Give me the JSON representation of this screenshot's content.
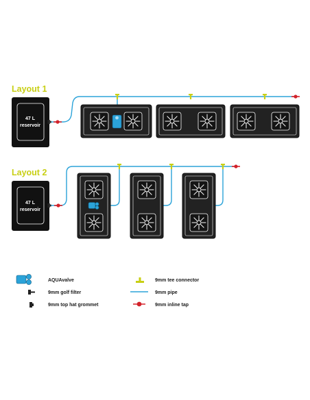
{
  "colors": {
    "title": "#c8cf14",
    "pipe": "#2ba3d9",
    "tee": "#c8cf14",
    "tap": "#d3222a",
    "tray": "#222222",
    "reservoir": "#111111"
  },
  "layouts": [
    {
      "title": "Layout 1",
      "reservoir": {
        "volume": "47 L",
        "label": "reservoir"
      }
    },
    {
      "title": "Layout 2",
      "reservoir": {
        "volume": "47 L",
        "label": "reservoir"
      }
    }
  ],
  "legend": [
    {
      "icon": "aquavalve-icon",
      "label": "AQUAvalve"
    },
    {
      "icon": "golf-filter-icon",
      "label": "9mm golf filter"
    },
    {
      "icon": "grommet-icon",
      "label": "9mm top hat grommet"
    },
    {
      "icon": "tee-connector-icon",
      "label": "9mm tee connector"
    },
    {
      "icon": "pipe-icon",
      "label": "9mm pipe"
    },
    {
      "icon": "inline-tap-icon",
      "label": "9mm inline tap"
    }
  ]
}
